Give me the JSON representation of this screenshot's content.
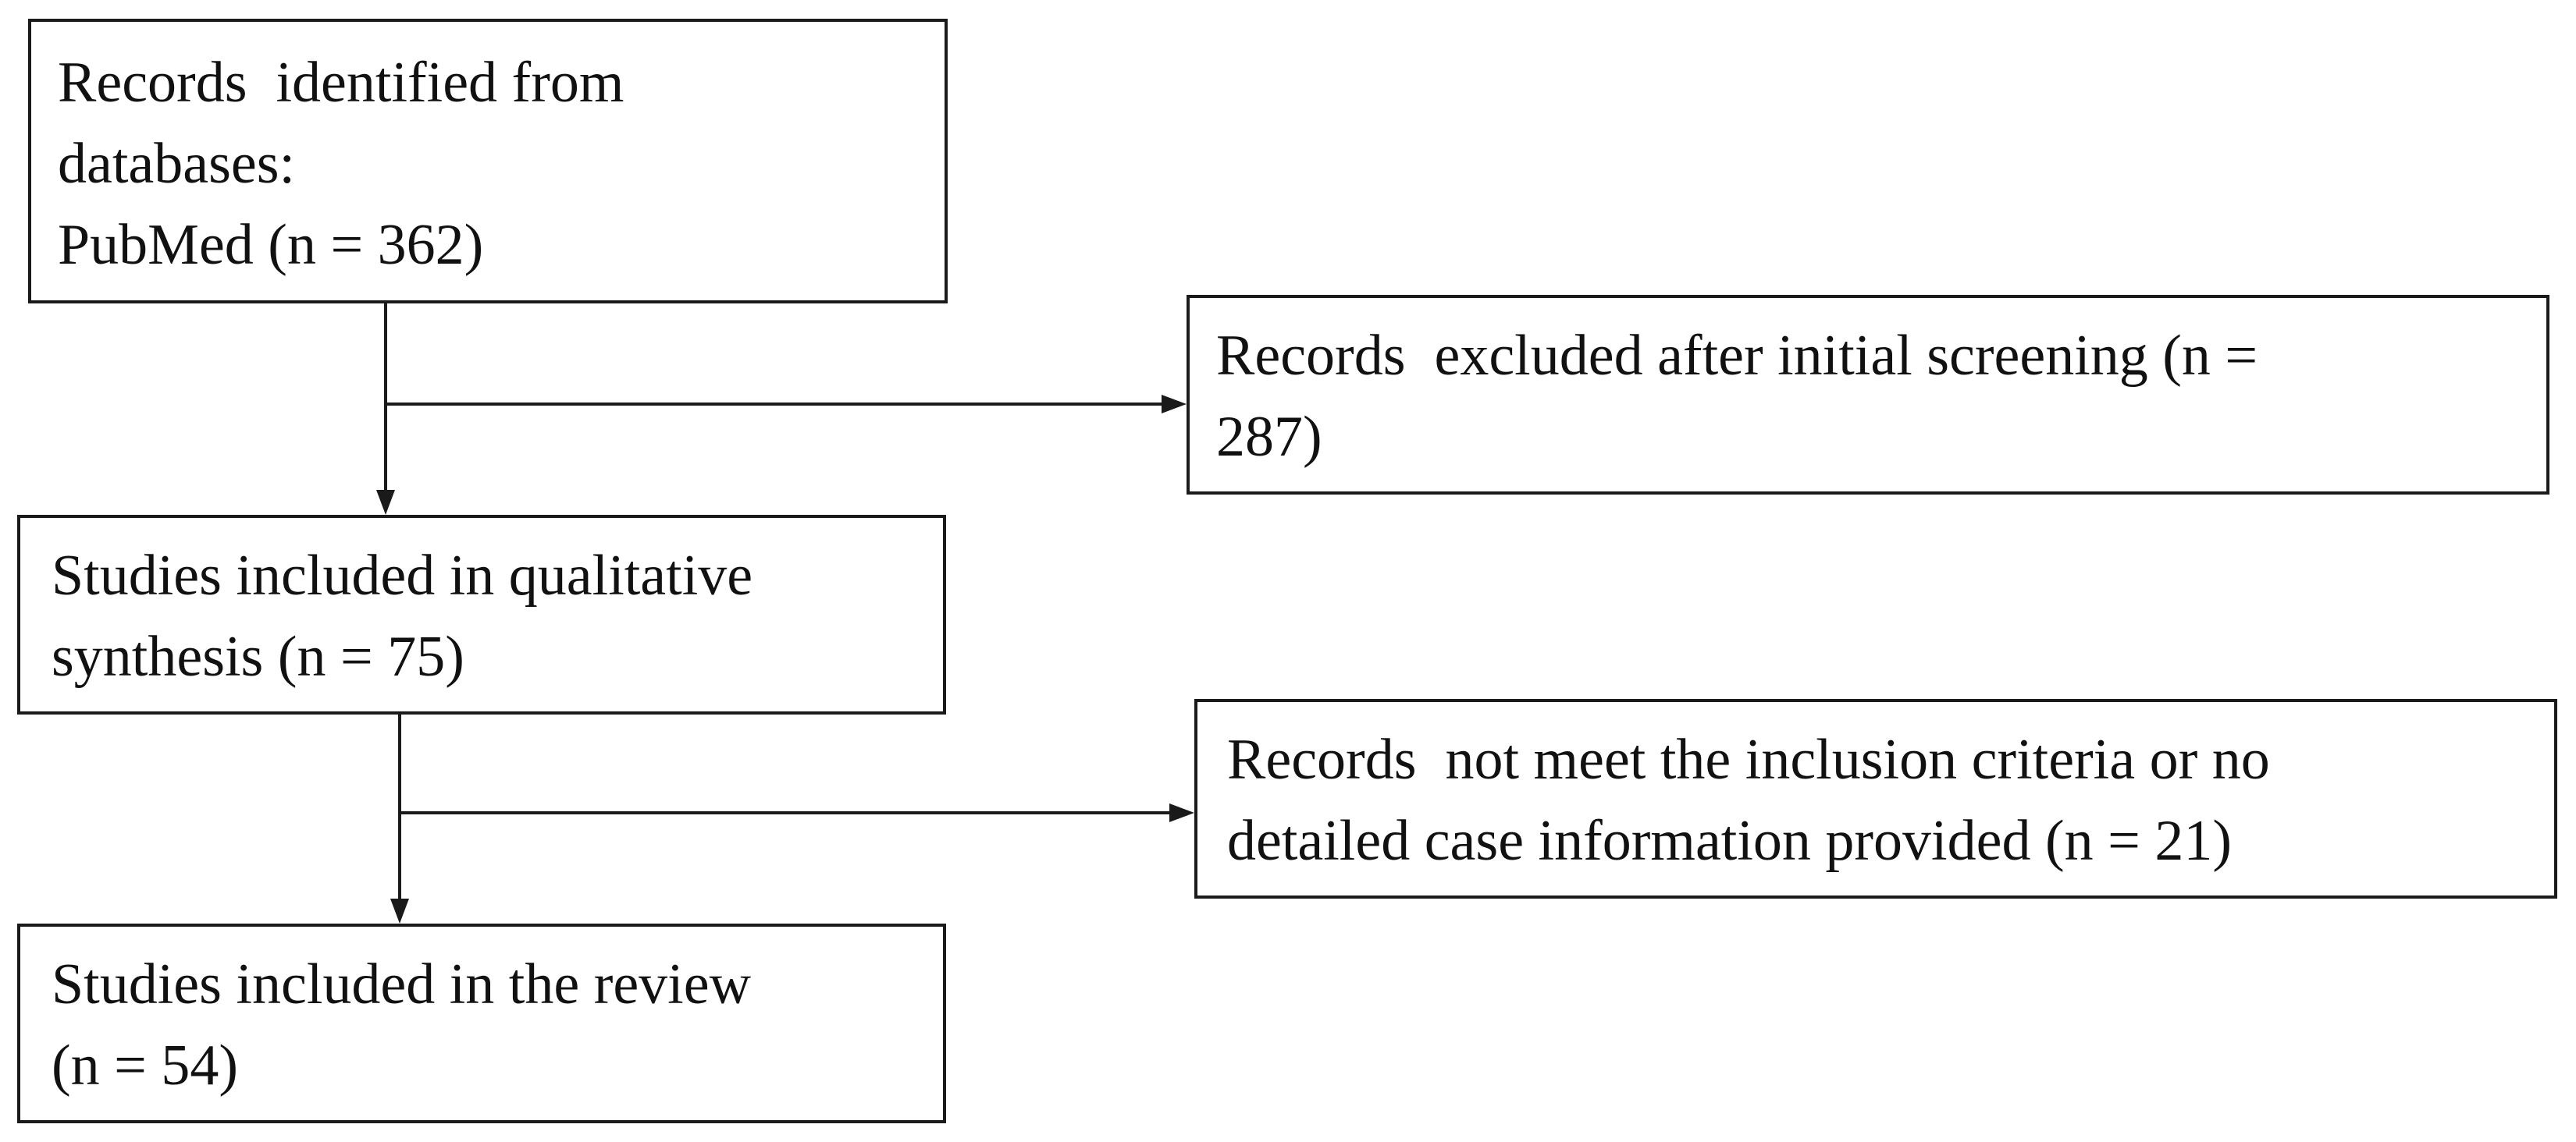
{
  "flow": {
    "identified": {
      "lines": [
        "Records  identified from",
        "databases:",
        "PubMed (n = 362)"
      ]
    },
    "excluded_initial": {
      "lines": [
        "Records  excluded after initial screening (n =",
        "287)"
      ]
    },
    "qualitative": {
      "lines": [
        "Studies included in qualitative",
        "synthesis (n = 75)"
      ]
    },
    "not_meet": {
      "lines": [
        "Records  not meet the inclusion criteria or no",
        "detailed case information provided (n = 21)"
      ]
    },
    "review": {
      "lines": [
        "Studies included in the review",
        "(n = 54)"
      ]
    }
  },
  "colors": {
    "stroke": "#1a1a1a",
    "text": "#111111",
    "background": "#ffffff"
  }
}
